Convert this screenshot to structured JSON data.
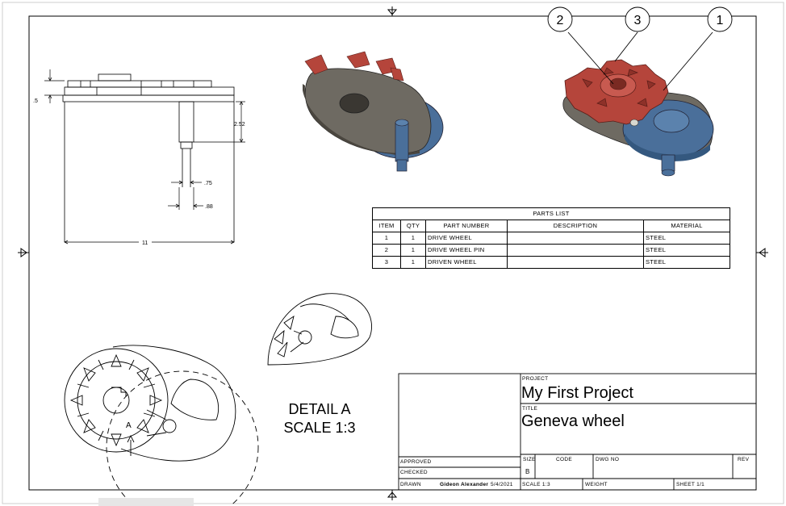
{
  "balloons": [
    "2",
    "3",
    "1"
  ],
  "dimensions": {
    "d_top": ".5",
    "d_height": "2.52",
    "d_shaft": ".75",
    "d_hub": ".88",
    "d_width": "11"
  },
  "parts_list": {
    "title": "PARTS LIST",
    "headers": [
      "ITEM",
      "QTY",
      "PART NUMBER",
      "DESCRIPTION",
      "MATERIAL"
    ],
    "rows": [
      [
        "1",
        "1",
        "DRIVE WHEEL",
        "",
        "STEEL"
      ],
      [
        "2",
        "1",
        "DRIVE WHEEL PIN",
        "",
        "STEEL"
      ],
      [
        "3",
        "1",
        "DRIVEN WHEEL",
        "",
        "STEEL"
      ]
    ]
  },
  "detail": {
    "line1": "DETAIL A",
    "line2": "SCALE 1:3",
    "callout": "A"
  },
  "title_block": {
    "project_label": "PROJECT",
    "project": "My First Project",
    "title_label": "TITLE",
    "title": "Geneva wheel",
    "approved": "APPROVED",
    "checked": "CHECKED",
    "drawn": "DRAWN",
    "drawn_by": "Gideon Alexander",
    "drawn_date": "5/4/2021",
    "size_label": "SIZE",
    "size": "B",
    "code_label": "CODE",
    "dwg_label": "DWG NO",
    "rev_label": "REV",
    "scale": "SCALE  1:3",
    "weight": "WEIGHT",
    "sheet": "SHEET  1/1"
  },
  "colors": {
    "red": "#b5453b",
    "blue": "#4a6f9a",
    "grey": "#6e6a62"
  }
}
